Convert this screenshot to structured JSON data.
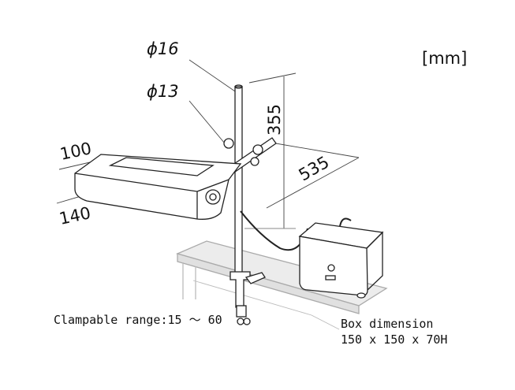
{
  "unit_label": "[mm]",
  "dimensions": {
    "pole_diameter": "ϕ16",
    "arm_diameter": "ϕ13",
    "pole_height": "355",
    "arm_reach": "535",
    "lamp_width": "100",
    "lamp_length": "140"
  },
  "clamp_note": "Clampable range:15 ～ 60",
  "box_note": {
    "title": "Box dimension",
    "size": "150 x 150 x 70H"
  }
}
